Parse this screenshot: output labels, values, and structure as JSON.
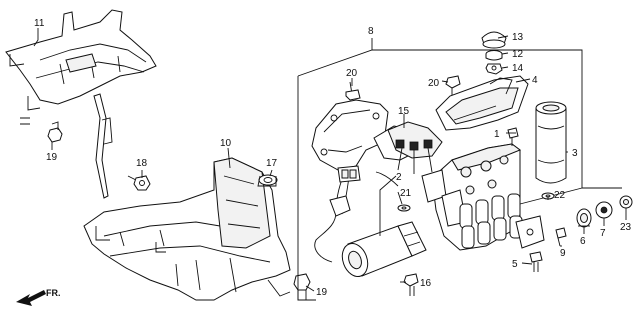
{
  "diagram": {
    "callouts": [
      {
        "id": "c1",
        "text": "1"
      },
      {
        "id": "c2",
        "text": "2"
      },
      {
        "id": "c3",
        "text": "3"
      },
      {
        "id": "c4",
        "text": "4"
      },
      {
        "id": "c5",
        "text": "5"
      },
      {
        "id": "c6",
        "text": "6"
      },
      {
        "id": "c7",
        "text": "7"
      },
      {
        "id": "c8",
        "text": "8"
      },
      {
        "id": "c9",
        "text": "9"
      },
      {
        "id": "c10",
        "text": "10"
      },
      {
        "id": "c11",
        "text": "11"
      },
      {
        "id": "c12",
        "text": "12"
      },
      {
        "id": "c13",
        "text": "13"
      },
      {
        "id": "c14",
        "text": "14"
      },
      {
        "id": "c15",
        "text": "15"
      },
      {
        "id": "c16",
        "text": "16"
      },
      {
        "id": "c17",
        "text": "17"
      },
      {
        "id": "c18",
        "text": "18"
      },
      {
        "id": "c19a",
        "text": "19"
      },
      {
        "id": "c19b",
        "text": "19"
      },
      {
        "id": "c20a",
        "text": "20"
      },
      {
        "id": "c20b",
        "text": "20"
      },
      {
        "id": "c21",
        "text": "21"
      },
      {
        "id": "c22",
        "text": "22"
      },
      {
        "id": "c23",
        "text": "23"
      }
    ],
    "direction": {
      "label": "FR."
    }
  }
}
